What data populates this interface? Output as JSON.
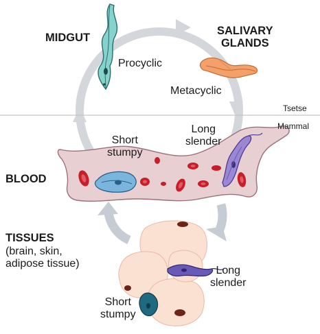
{
  "labels": {
    "midgut": "MIDGUT",
    "salivary_glands_line1": "SALIVARY",
    "salivary_glands_line2": "GLANDS",
    "procyclic": "Procyclic",
    "metacyclic": "Metacyclic",
    "tsetse": "Tsetse",
    "mammal": "Mammal",
    "short_stumpy_blood_line1": "Short",
    "short_stumpy_blood_line2": "stumpy",
    "long_slender_blood_line1": "Long",
    "long_slender_blood_line2": "slender",
    "blood": "BLOOD",
    "tissues": "TISSUES",
    "tissues_detail_line1": "(brain, skin,",
    "tissues_detail_line2": "adipose tissue)",
    "long_slender_tissue_line1": "Long",
    "long_slender_tissue_line2": "slender",
    "short_stumpy_tissue_line1": "Short",
    "short_stumpy_tissue_line2": "stumpy"
  },
  "colors": {
    "cycle_ring": "#d3d6da",
    "tissue_arrow": "#c6ccd3",
    "vessel_fill": "#e8cfd2",
    "vessel_stroke": "#9e6f78",
    "red_blood_cell": "#c81e2a",
    "tissue_cell": "#fbe1d2",
    "tissue_nucleus": "#6b2518",
    "procyclic_parasite": "#86d3cd",
    "metacyclic_parasite": "#f4a06b",
    "long_slender_parasite": "#9b88d4",
    "short_stumpy_parasite": "#7ab5dd",
    "tissue_stumpy_parasite": "#1f6a80",
    "divider_line": "#c8c8c8"
  }
}
